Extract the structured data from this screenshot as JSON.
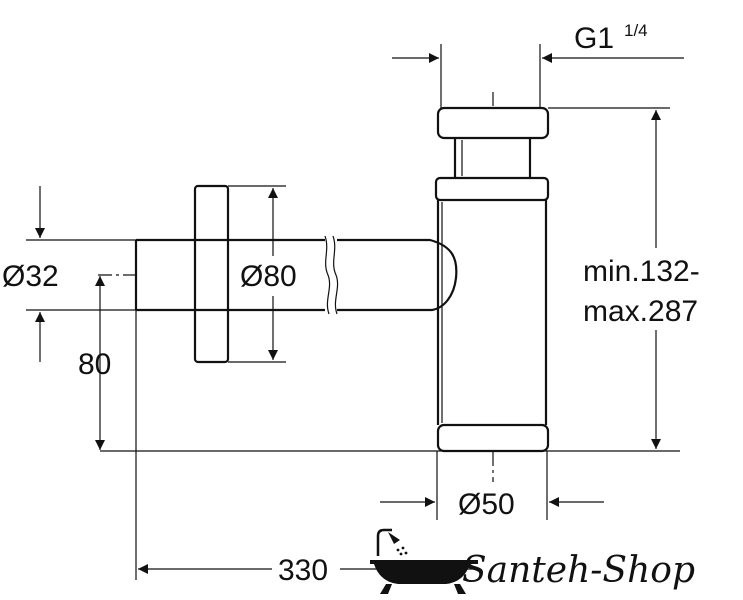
{
  "dimensions": {
    "thread": {
      "label": "G1",
      "fraction": "1/4"
    },
    "wall_pipe_diameter": "Ø32",
    "flange_diameter": "Ø80",
    "pipe_height": "80",
    "length": "330",
    "body_diameter": "Ø50",
    "height_range": {
      "line1": "min.132-",
      "line2": "max.287"
    }
  },
  "brand": {
    "name": "Santeh-Shop"
  }
}
